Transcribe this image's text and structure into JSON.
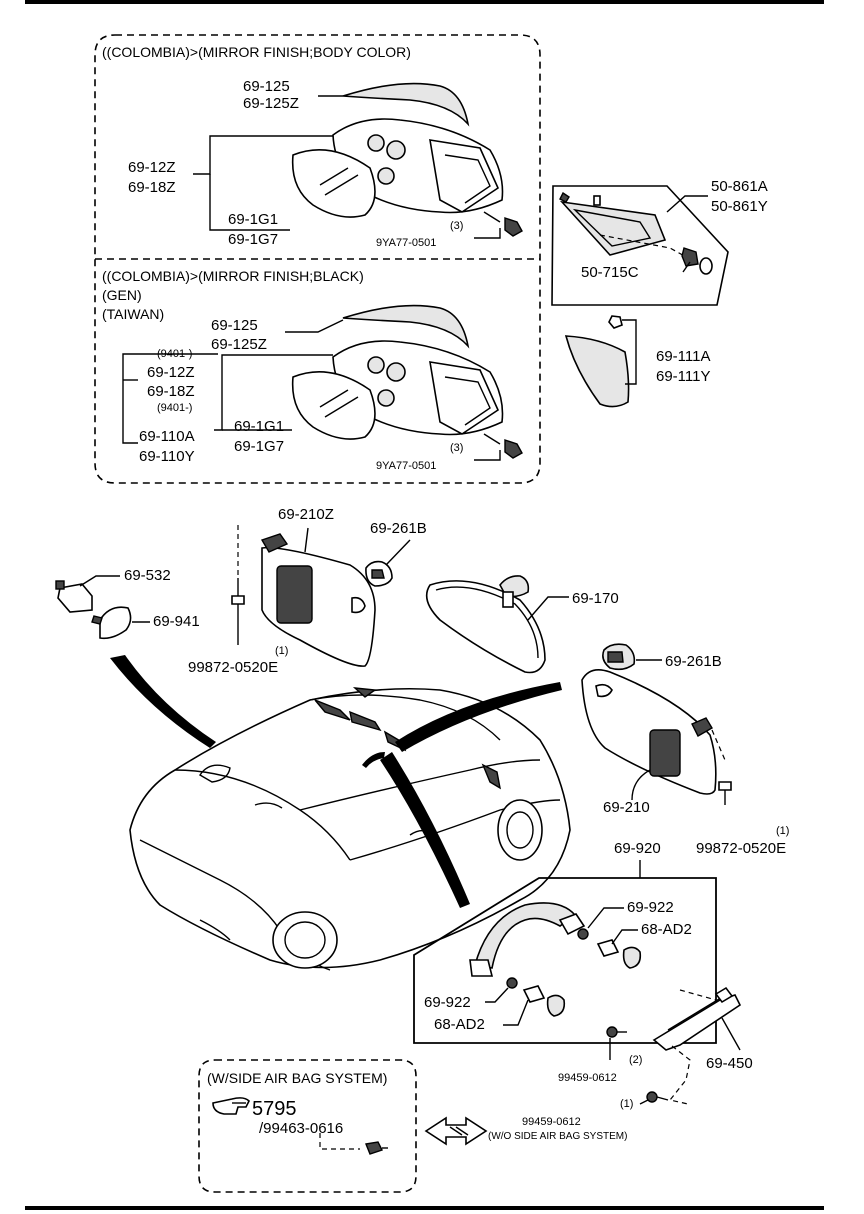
{
  "groups": {
    "colombia_body_color": {
      "title": "((COLOMBIA)>(MIRROR FINISH;BODY COLOR)",
      "labels": [
        "69-125",
        "69-125Z",
        "69-12Z",
        "69-18Z",
        "69-1G1",
        "69-1G7",
        "(3)",
        "9YA77-0501"
      ]
    },
    "colombia_black": {
      "title": "((COLOMBIA)>(MIRROR FINISH;BLACK)",
      "line2": "(GEN)",
      "line3": "(TAIWAN)",
      "labels": [
        "69-125",
        "69-125Z",
        "(9401-)",
        "69-12Z",
        "69-18Z",
        "(9401-)",
        "69-110A",
        "69-110Y",
        "69-1G1",
        "69-1G7",
        "(3)",
        "9YA77-0501"
      ]
    },
    "side_air_bag": {
      "title": "(W/SIDE AIR BAG SYSTEM)",
      "ref": "5795",
      "sub": "/99463-0616"
    }
  },
  "labels": {
    "p50861a": "50-861A",
    "p50861y": "50-861Y",
    "p50715c": "50-715C",
    "p69111a": "69-111A",
    "p69111y": "69-111Y",
    "p69210z": "69-210Z",
    "p69261b_top": "69-261B",
    "p69532": "69-532",
    "p69941": "69-941",
    "qty1_left": "(1)",
    "p99872_left": "99872-0520E",
    "p69170": "69-170",
    "p69261b_right": "69-261B",
    "p69210": "69-210",
    "qty1_right": "(1)",
    "p99872_right": "99872-0520E",
    "p69920": "69-920",
    "p69922_upper": "69-922",
    "p68ad2_upper": "68-AD2",
    "p69922_lower": "69-922",
    "p68ad2_lower": "68-AD2",
    "qty2": "(2)",
    "p99459_upper": "99459-0612",
    "p69450": "69-450",
    "qty1_bottom": "(1)",
    "p99459_lower": "99459-0612",
    "wo_side_air_bag": "(W/O SIDE AIR BAG SYSTEM)"
  }
}
